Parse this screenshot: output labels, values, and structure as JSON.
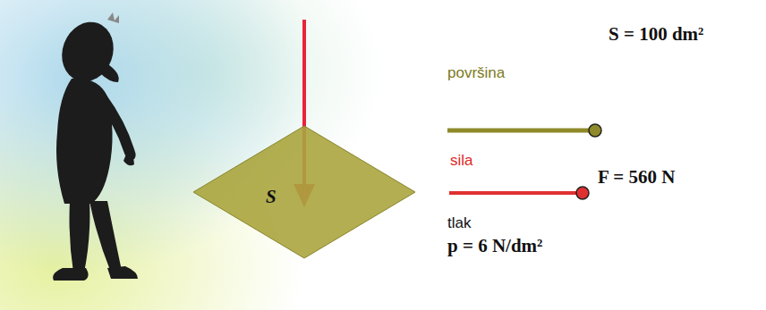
{
  "diagram": {
    "nodes": [
      {
        "text": [
          "S"
        ]
      }
    ],
    "labels": [
      "površina",
      "S = 100 dm²",
      "sila",
      "F = 560 N",
      "tlak",
      "p = 6 N/dm²"
    ]
  }
}
